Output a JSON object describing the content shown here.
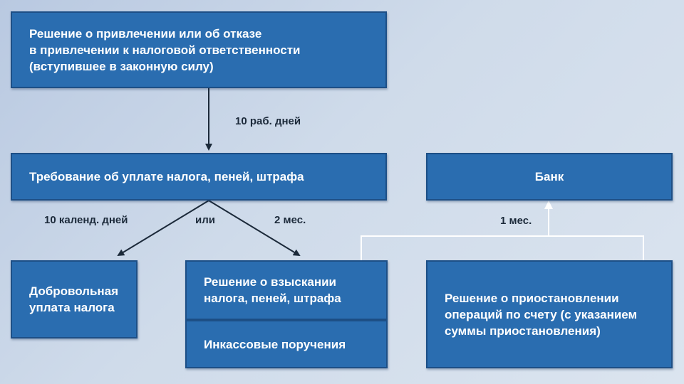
{
  "boxes": {
    "decision": "Решение о привлечении или об отказе\nв привлечении к налоговой ответственности\n(вступившее в законную силу)",
    "requirement": "Требование об уплате налога, пеней, штрафа",
    "bank": "Банк",
    "voluntary": "Добровольная\nуплата налога",
    "collection": "Решение о взыскании\nналога, пеней, штрафа",
    "collection_orders": "Инкассовые поручения",
    "suspension": "Решение о приостановлении\nопераций по счету (с указанием\nсуммы приостановления)"
  },
  "labels": {
    "ten_work_days": "10 раб. дней",
    "ten_cal_days": "10 календ. дней",
    "or": "или",
    "two_months": "2 мес.",
    "one_month": "1 мес."
  },
  "colors": {
    "box_fill": "#2a6db0",
    "box_border": "#1d4f86",
    "arrow": "#1c2a3a",
    "connector": "#ffffff"
  }
}
